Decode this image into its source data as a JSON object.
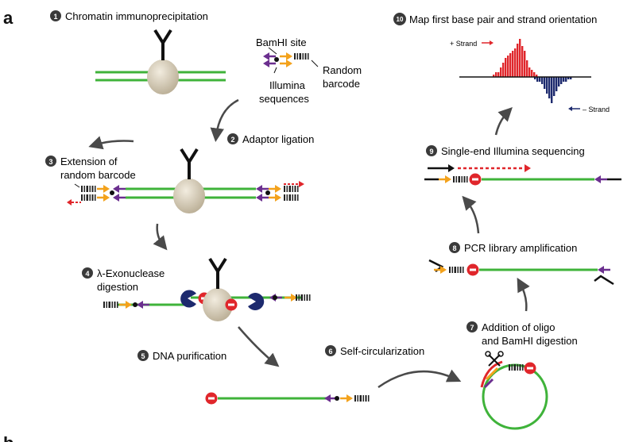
{
  "panel_label": "a",
  "panel_label_b": "b",
  "steps": {
    "s1": {
      "num": "1",
      "label": "Chromatin immunoprecipitation"
    },
    "s2": {
      "num": "2",
      "label": "Adaptor ligation"
    },
    "s3": {
      "num": "3",
      "line1": "Extension of",
      "line2": "random barcode"
    },
    "s4": {
      "num": "4",
      "line1": "λ-Exonuclease",
      "line2": "digestion"
    },
    "s5": {
      "num": "5",
      "label": "DNA purification"
    },
    "s6": {
      "num": "6",
      "label": "Self-circularization"
    },
    "s7": {
      "num": "7",
      "line1": "Addition of oligo",
      "line2": "and BamHI digestion"
    },
    "s8": {
      "num": "8",
      "label": "PCR library amplification"
    },
    "s9": {
      "num": "9",
      "label": "Single-end Illumina sequencing"
    },
    "s10": {
      "num": "10",
      "label": "Map first base pair and strand orientation"
    }
  },
  "annotations": {
    "bamhi_site": "BamHI site",
    "random_l1": "Random",
    "random_l2": "barcode",
    "illumina_l1": "Illumina",
    "illumina_l2": "sequences",
    "plus_strand": "+ Strand",
    "minus_strand": "– Strand"
  },
  "colors": {
    "dna": "#3fb33a",
    "orange": "#f3a21c",
    "purple": "#6b2f8f",
    "red": "#e0262b",
    "navy": "#1d2a6e",
    "bead": "#d8cdb8",
    "badge": "#3a3a3a",
    "arrow": "#4a4a4a"
  },
  "icons": [
    "antibody-icon",
    "bead-icon",
    "exonuclease-pacman-icon",
    "stop-block-icon",
    "scissors-icon",
    "barcode-icon",
    "adaptor-arrow-icon"
  ],
  "chart_data": {
    "type": "bar",
    "series": [
      {
        "name": "+ Strand",
        "values": [
          1,
          2,
          2,
          4,
          6,
          8,
          9,
          10,
          11,
          12,
          14,
          16,
          13,
          11,
          7,
          4,
          3,
          2,
          1
        ]
      },
      {
        "name": "– Strand",
        "values": [
          1,
          2,
          2,
          3,
          5,
          7,
          9,
          11,
          8,
          6,
          4,
          3,
          2,
          2,
          1,
          1
        ]
      }
    ]
  }
}
